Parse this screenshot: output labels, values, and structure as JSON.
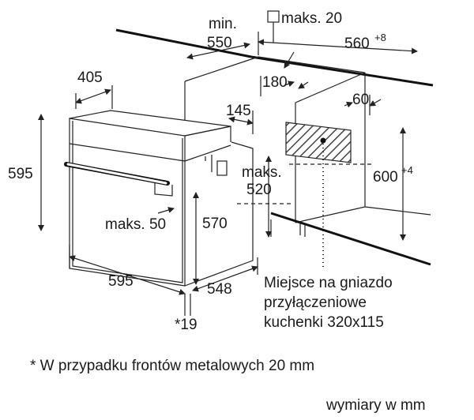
{
  "labels": {
    "min": "min.",
    "d550": "550",
    "maks20": "maks. 20",
    "d560": "560",
    "d560_tol": "+8",
    "d405": "405",
    "d180": "180",
    "d60": "60",
    "d145": "145",
    "d595_h": "595",
    "maks_a": "maks.",
    "d520": "520",
    "d600": "600",
    "d600_tol": "+4",
    "maks50": "maks. 50",
    "d570": "570",
    "d595_w": "595",
    "d548": "548",
    "star19": "*19",
    "socket_line1": "Miejsce na gniazdo",
    "socket_line2": "przyłączeniowe",
    "socket_line3": "kuchenki 320x115"
  },
  "footnote": "* W przypadku frontów metalowych 20 mm",
  "units_note": "wymiary w mm",
  "colors": {
    "line": "#222222",
    "text": "#1a1a1a",
    "background": "#ffffff"
  }
}
